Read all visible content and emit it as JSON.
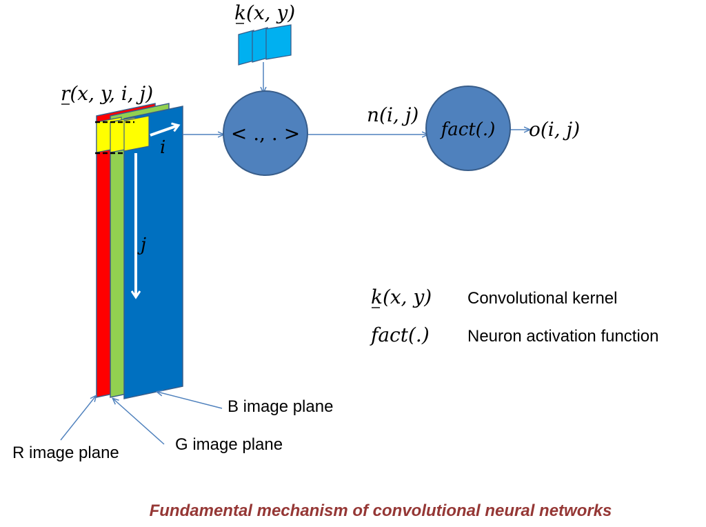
{
  "diagram": {
    "caption": "Fundamental mechanism of convolutional neural networks",
    "labels": {
      "input_tensor": "r(x, y, i, j)",
      "kernel": "k(x, y)",
      "inner_product": "< ., . >",
      "net_input": "n(i, j)",
      "activation": "fact(.)",
      "output": "o(i, j)",
      "axis_i": "i",
      "axis_j": "j",
      "r_plane": "R image plane",
      "g_plane": "G image plane",
      "b_plane": "B image plane"
    },
    "legend": [
      {
        "symbol": "k(x, y)",
        "text": "Convolutional kernel"
      },
      {
        "symbol": "fact(.)",
        "text": "Neuron activation function"
      }
    ],
    "colors": {
      "r_plane": "#ff0000",
      "g_plane": "#92d050",
      "b_plane": "#0070c0",
      "kernel": "#00b0f0",
      "window": "#ffff00",
      "node_fill": "#4f81bd",
      "node_stroke": "#385d8a",
      "arrow": "#4f81bd",
      "caption": "#953735"
    }
  }
}
